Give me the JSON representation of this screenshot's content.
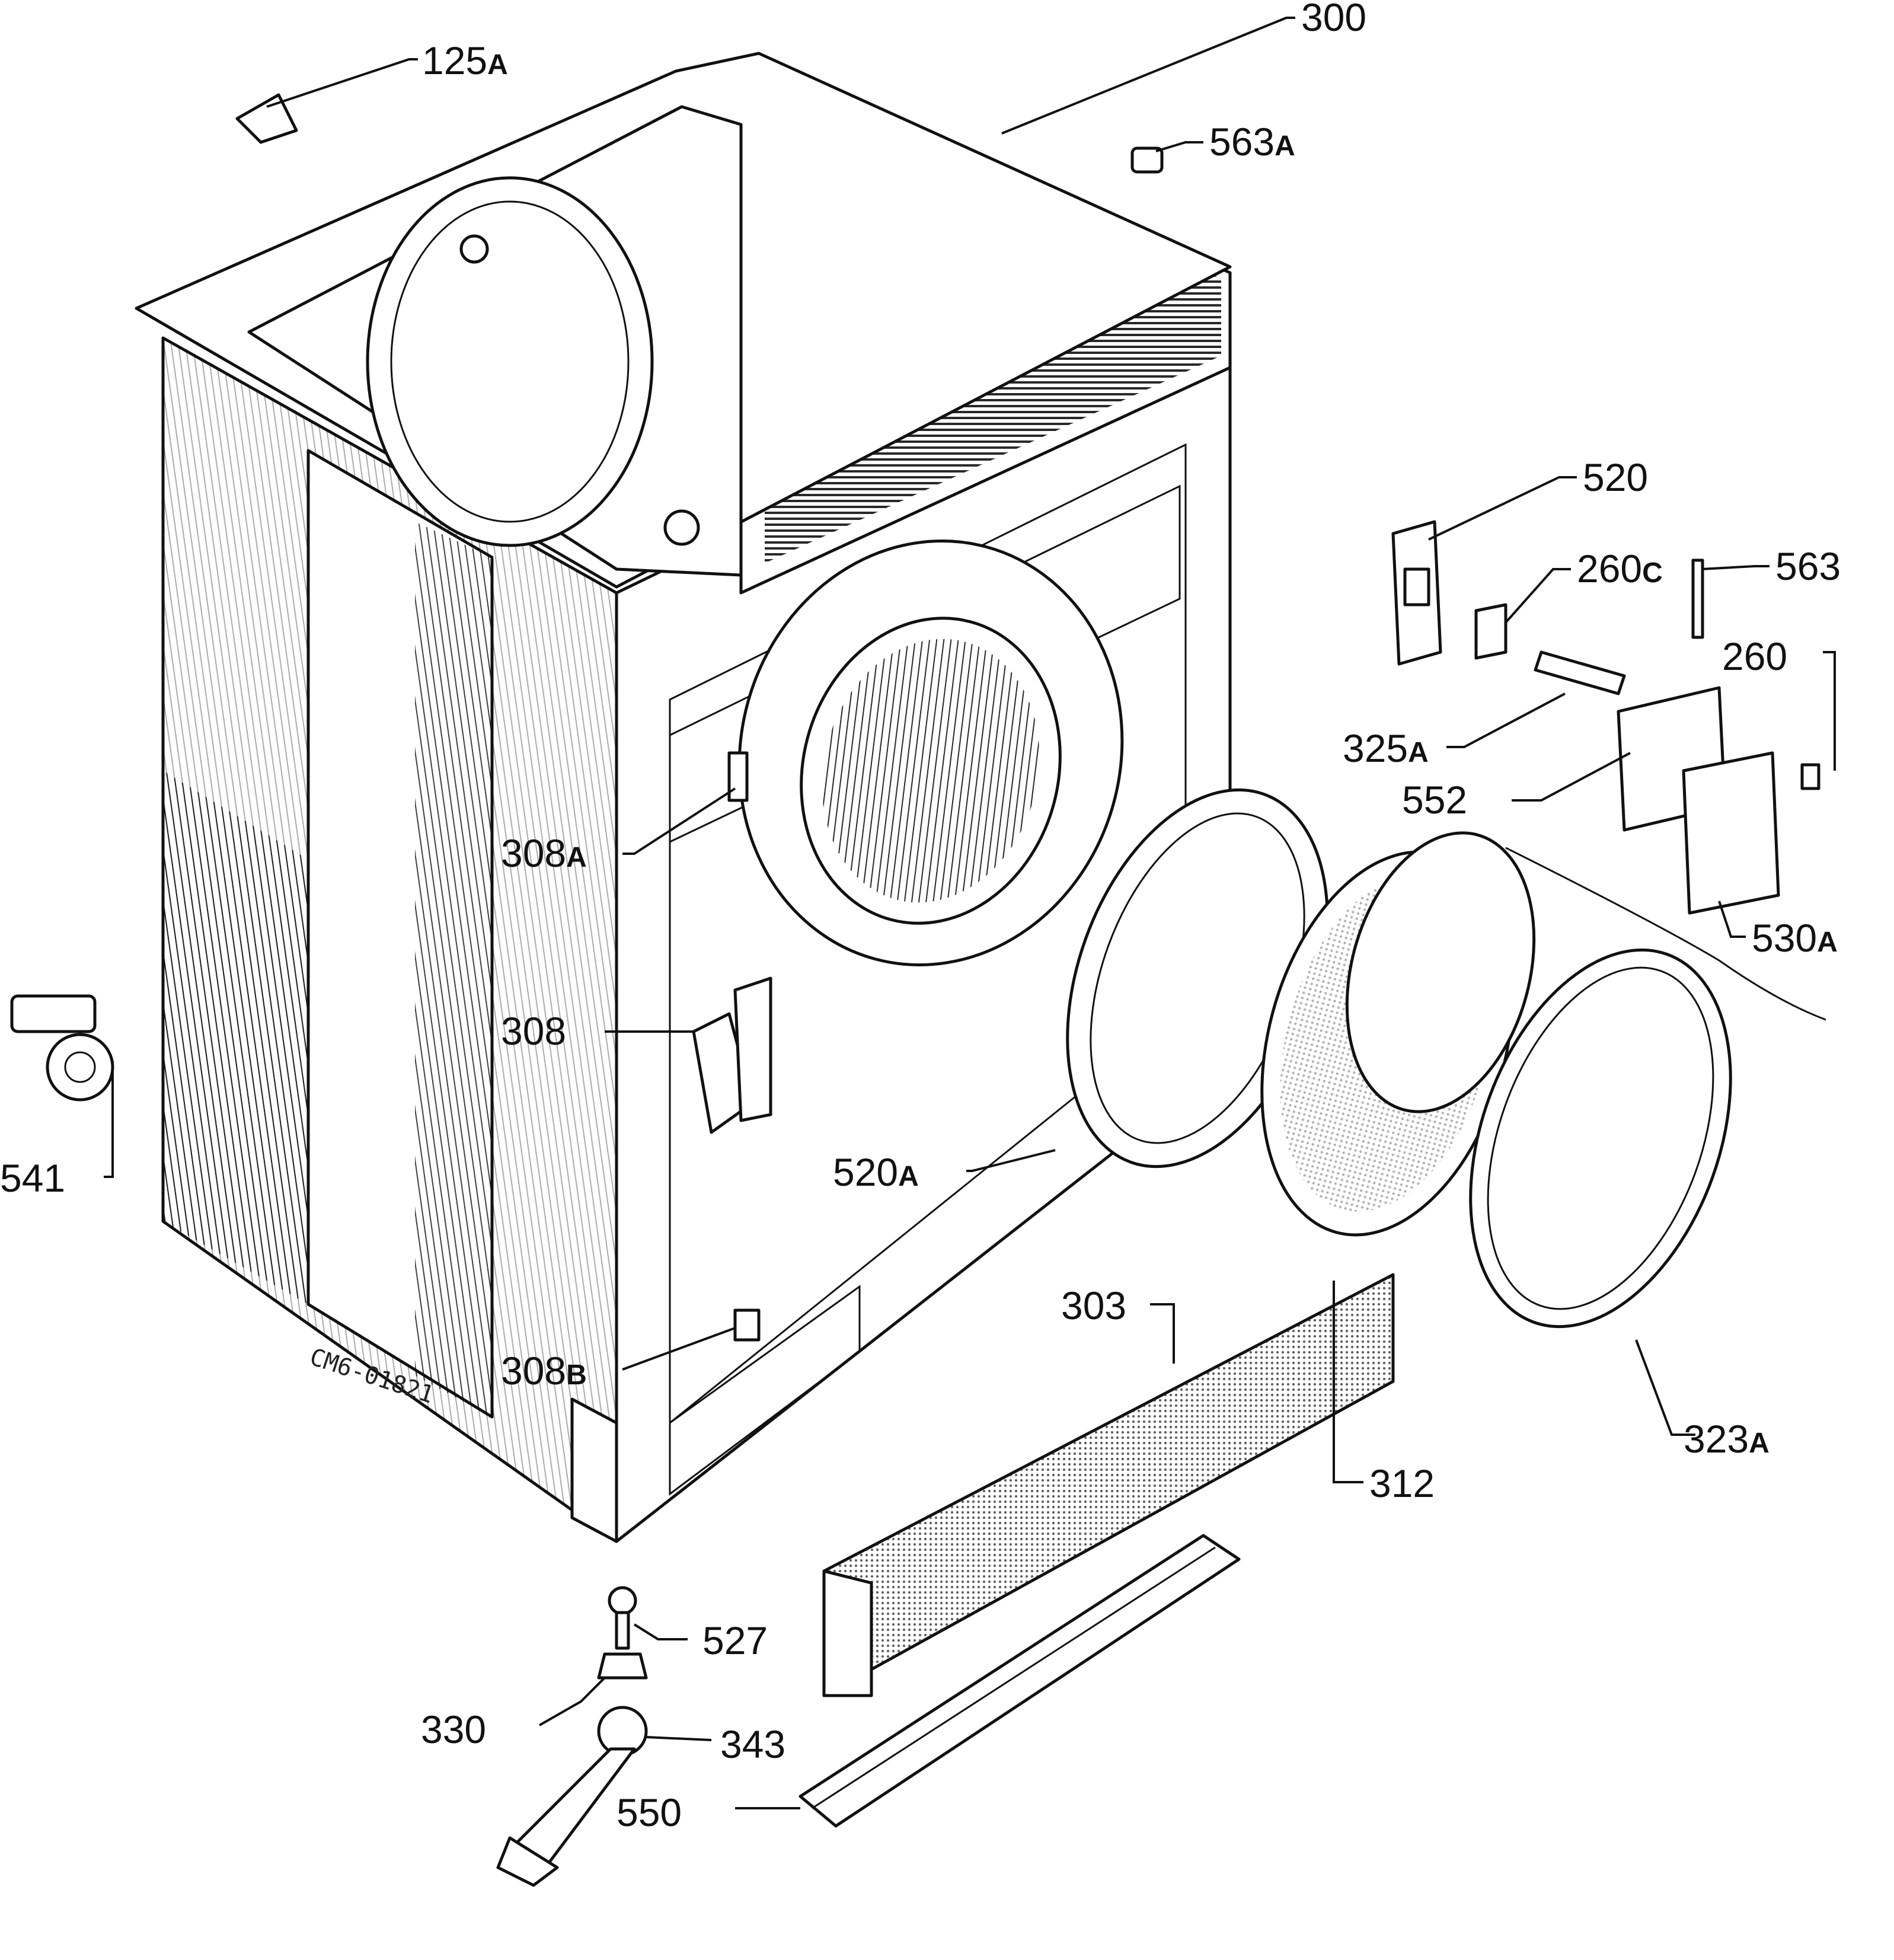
{
  "diagram": {
    "drawing_code": "CM6-01821",
    "callouts": [
      {
        "id": "c300",
        "number": "300",
        "suffix": ""
      },
      {
        "id": "c125a",
        "number": "125",
        "suffix": "A"
      },
      {
        "id": "c563a",
        "number": "563",
        "suffix": "A"
      },
      {
        "id": "c520",
        "number": "520",
        "suffix": ""
      },
      {
        "id": "c260c",
        "number": "260",
        "suffix": "C"
      },
      {
        "id": "c563",
        "number": "563",
        "suffix": ""
      },
      {
        "id": "c260",
        "number": "260",
        "suffix": ""
      },
      {
        "id": "c325a",
        "number": "325",
        "suffix": "A"
      },
      {
        "id": "c552",
        "number": "552",
        "suffix": ""
      },
      {
        "id": "c530a",
        "number": "530",
        "suffix": "A"
      },
      {
        "id": "c308a",
        "number": "308",
        "suffix": "A"
      },
      {
        "id": "c308",
        "number": "308",
        "suffix": ""
      },
      {
        "id": "c541",
        "number": "541",
        "suffix": ""
      },
      {
        "id": "c520a",
        "number": "520",
        "suffix": "A"
      },
      {
        "id": "c303",
        "number": "303",
        "suffix": ""
      },
      {
        "id": "c308b",
        "number": "308",
        "suffix": "B"
      },
      {
        "id": "c312",
        "number": "312",
        "suffix": ""
      },
      {
        "id": "c323a",
        "number": "323",
        "suffix": "A"
      },
      {
        "id": "c527",
        "number": "527",
        "suffix": ""
      },
      {
        "id": "c330",
        "number": "330",
        "suffix": ""
      },
      {
        "id": "c343",
        "number": "343",
        "suffix": ""
      },
      {
        "id": "c550",
        "number": "550",
        "suffix": ""
      }
    ]
  }
}
